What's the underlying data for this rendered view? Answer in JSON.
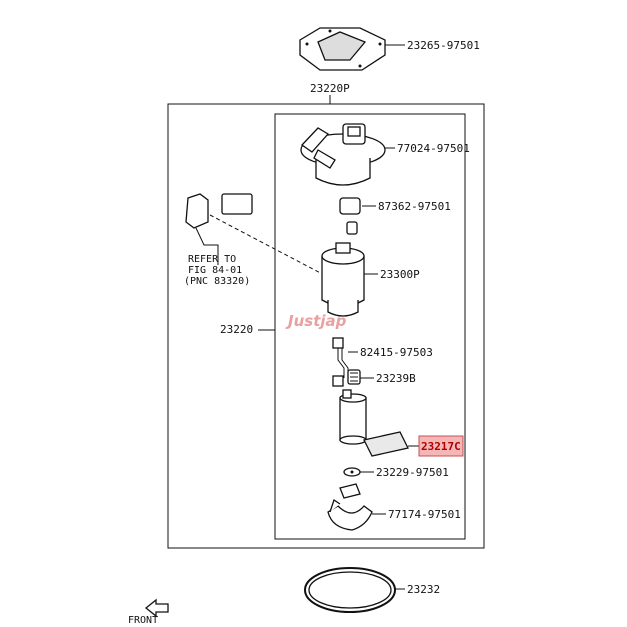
{
  "labels": {
    "gasket_top": "23265-97501",
    "assy_outer": "23220P",
    "cover": "77024-97501",
    "refer_line1": "REFER TO",
    "refer_line2": "FIG 84-01",
    "refer_line3": "(PNC 83320)",
    "part_87362": "87362-97501",
    "filter": "23300P",
    "assy_inner": "23220",
    "harness": "82415-97503",
    "spring": "23239B",
    "strainer": "23217C",
    "clip": "23229-97501",
    "bracket": "77174-97501",
    "ring": "23232",
    "front": "FRONT"
  },
  "watermark": "Justjap",
  "colors": {
    "highlight_fill": "#f4b6b6",
    "highlight_text": "#b00000",
    "watermark": "#e8a0a0"
  }
}
